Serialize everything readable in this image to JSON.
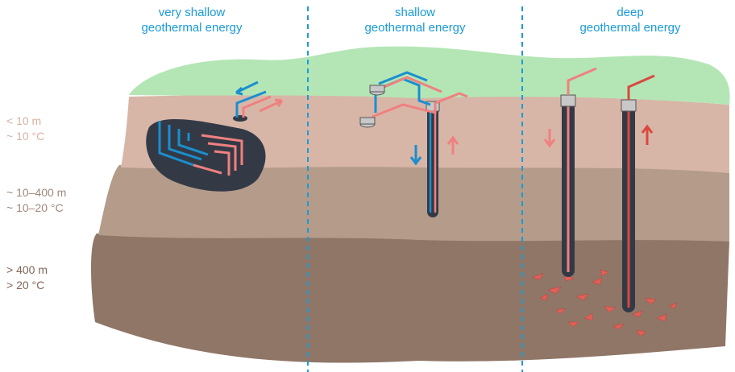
{
  "zones": [
    {
      "line1": "very shallow",
      "line2": "geothermal energy"
    },
    {
      "line1": "shallow",
      "line2": "geothermal energy"
    },
    {
      "line1": "deep",
      "line2": "geothermal energy"
    }
  ],
  "depths": [
    {
      "depth": "< 10 m",
      "temperature": "~ 10 °C"
    },
    {
      "depth": "~ 10–400 m",
      "temperature": "~ 10–20 °C"
    },
    {
      "depth": "> 400 m",
      "temperature": "> 20 °C"
    }
  ],
  "colors": {
    "title": "#1a9bd7",
    "divider": "#1a9bd7",
    "grass": "#b4e6b5",
    "layer_top": "#d7b6a7",
    "layer_mid": "#b49b8a",
    "layer_deep": "#8f7667",
    "label_light": "#d7b2a4",
    "label_mid": "#a08878",
    "label_dark": "#806656",
    "cold": "#1a8fd0",
    "warm": "#f08080",
    "hot": "#d9483f",
    "borehole": "#333a46"
  }
}
